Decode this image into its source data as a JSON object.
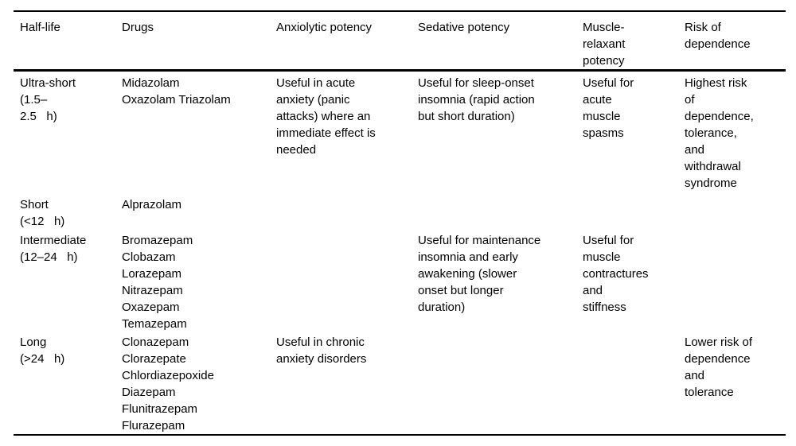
{
  "page": {
    "background_color": "#ffffff",
    "text_color": "#000000",
    "rule_color": "#000000"
  },
  "table": {
    "columns": [
      {
        "key": "half_life",
        "label": [
          "Half-life"
        ]
      },
      {
        "key": "drugs",
        "label": [
          "Drugs"
        ]
      },
      {
        "key": "anxiolytic",
        "label": [
          "Anxiolytic potency"
        ]
      },
      {
        "key": "sedative",
        "label": [
          "Sedative potency"
        ]
      },
      {
        "key": "muscle",
        "label": [
          "Muscle-",
          "relaxant",
          "potency"
        ]
      },
      {
        "key": "risk",
        "label": [
          "Risk of",
          "dependence"
        ]
      }
    ],
    "rows": [
      {
        "half_life": [
          "Ultra-short",
          "(1.5–",
          "2.5   h)"
        ],
        "drugs": [
          "Midazolam",
          "Oxazolam Triazolam"
        ],
        "anxiolytic": [
          "Useful in acute",
          "anxiety (panic",
          "attacks) where an",
          "immediate effect is",
          "needed"
        ],
        "sedative": [
          "Useful for sleep-onset",
          "insomnia (rapid action",
          "but short duration)"
        ],
        "muscle": [
          "Useful for",
          "acute",
          "muscle",
          "spasms"
        ],
        "risk": [
          "Highest risk",
          "of",
          "dependence,",
          "tolerance,",
          "and",
          "withdrawal",
          "syndrome"
        ]
      },
      {
        "half_life": [
          "Short",
          "(<12   h)"
        ],
        "drugs": [
          "Alprazolam"
        ],
        "anxiolytic": [],
        "sedative": [],
        "muscle": [],
        "risk": []
      },
      {
        "half_life": [
          "Intermediate",
          "(12–24   h)"
        ],
        "drugs": [
          "Bromazepam",
          "Clobazam",
          "Lorazepam",
          "Nitrazepam",
          "Oxazepam",
          "Temazepam"
        ],
        "anxiolytic": [],
        "sedative": [
          "Useful for maintenance",
          "insomnia and early",
          "awakening (slower",
          "onset but longer",
          "duration)"
        ],
        "muscle": [
          "Useful for",
          "muscle",
          "contractures",
          "and",
          "stiffness"
        ],
        "risk": []
      },
      {
        "half_life": [
          "Long",
          "(>24   h)"
        ],
        "drugs": [
          "Clonazepam",
          "Clorazepate",
          "Chlordiazepoxide",
          "Diazepam",
          "Flunitrazepam",
          "Flurazepam"
        ],
        "anxiolytic": [
          "Useful in chronic",
          "anxiety disorders"
        ],
        "sedative": [],
        "muscle": [],
        "risk": [
          "Lower risk of",
          "dependence",
          "and",
          "tolerance"
        ]
      }
    ]
  }
}
